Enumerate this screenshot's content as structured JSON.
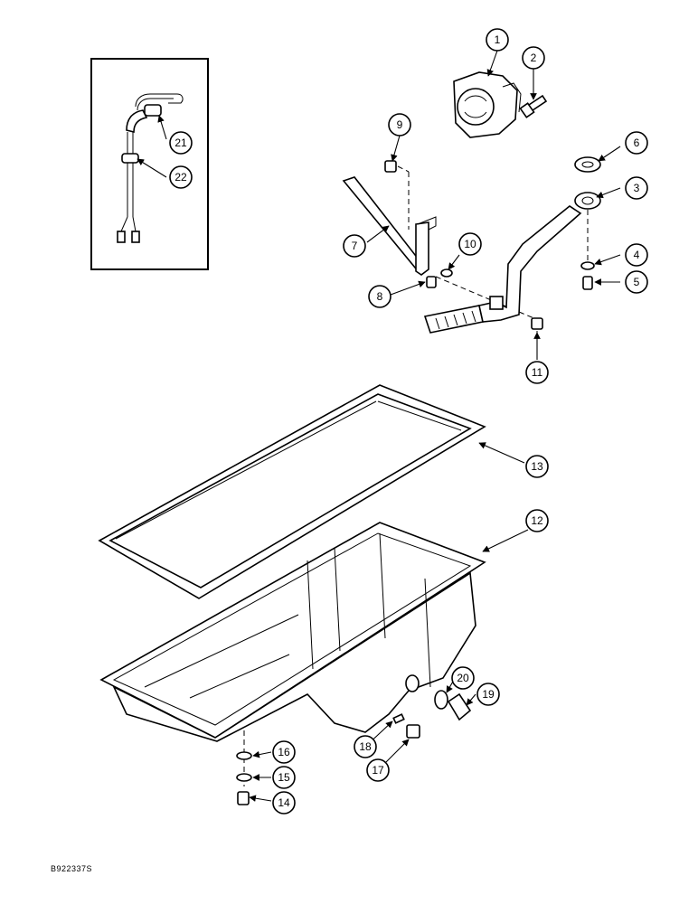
{
  "callouts": [
    "1",
    "2",
    "3",
    "4",
    "5",
    "6",
    "7",
    "8",
    "9",
    "10",
    "11",
    "12",
    "13",
    "14",
    "15",
    "16",
    "17",
    "18",
    "19",
    "20",
    "21",
    "22"
  ],
  "figure_code": "B922337S"
}
